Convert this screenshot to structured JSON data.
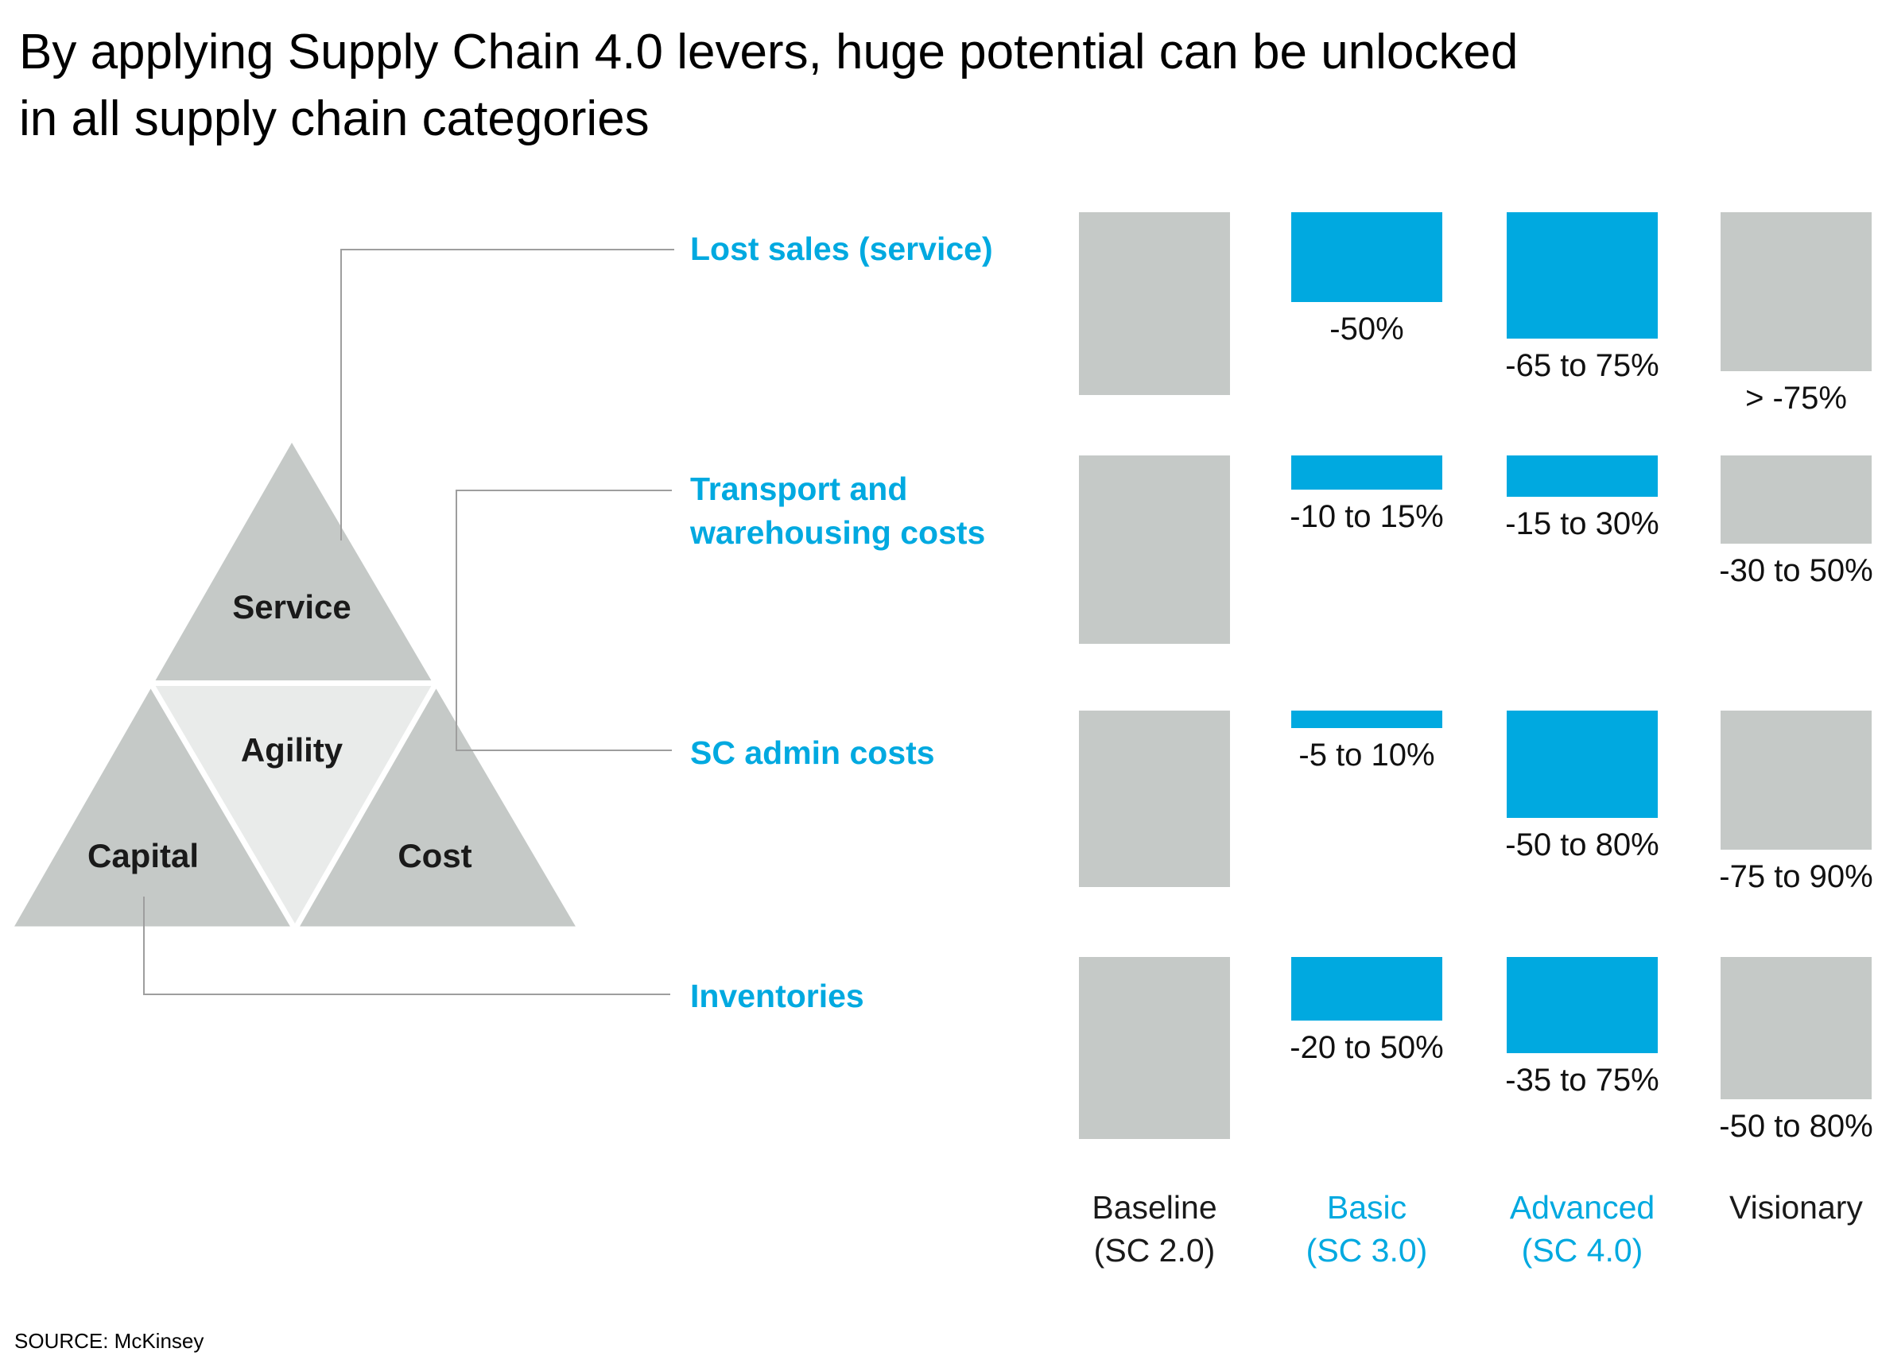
{
  "title": "By applying Supply Chain 4.0 levers, huge potential can be unlocked\nin all supply chain categories",
  "source": "SOURCE: McKinsey",
  "colors": {
    "accent_blue": "#00A9E0",
    "bar_gray": "#C5C9C7",
    "agility_gray": "#E9EBEA",
    "connector_gray": "#9E9E9E"
  },
  "triangle": {
    "service": "Service",
    "agility": "Agility",
    "capital": "Capital",
    "cost": "Cost"
  },
  "chart_data": {
    "type": "bar",
    "layout_hint": "bars hang from a shared top line per row; bar height = magnitude of reduction relative to full baseline bar",
    "columns": [
      {
        "line1": "Baseline",
        "line2": "(SC 2.0)",
        "color": "black"
      },
      {
        "line1": "Basic",
        "line2": "(SC 3.0)",
        "color": "blue"
      },
      {
        "line1": "Advanced",
        "line2": "(SC 4.0)",
        "color": "blue"
      },
      {
        "line1": "Visionary",
        "line2": "",
        "color": "black"
      }
    ],
    "rows": [
      {
        "category": "Lost sales (service)",
        "bars": [
          {
            "label": "",
            "fraction": 1.0,
            "color": "gray"
          },
          {
            "label": "-50%",
            "fraction": 0.49,
            "color": "blue"
          },
          {
            "label": "-65 to 75%",
            "fraction": 0.69,
            "color": "blue"
          },
          {
            "label": "> -75%",
            "fraction": 0.87,
            "color": "gray"
          }
        ]
      },
      {
        "category": "Transport and warehousing costs",
        "bars": [
          {
            "label": "",
            "fraction": 1.0,
            "color": "gray"
          },
          {
            "label": "-10 to 15%",
            "fraction": 0.18,
            "color": "blue"
          },
          {
            "label": "-15 to 30%",
            "fraction": 0.22,
            "color": "blue"
          },
          {
            "label": "-30 to 50%",
            "fraction": 0.47,
            "color": "gray"
          }
        ]
      },
      {
        "category": "SC admin costs",
        "bars": [
          {
            "label": "",
            "fraction": 1.0,
            "color": "gray"
          },
          {
            "label": "-5 to 10%",
            "fraction": 0.1,
            "color": "blue"
          },
          {
            "label": "-50 to 80%",
            "fraction": 0.61,
            "color": "blue"
          },
          {
            "label": "-75 to 90%",
            "fraction": 0.79,
            "color": "gray"
          }
        ]
      },
      {
        "category": "Inventories",
        "bars": [
          {
            "label": "",
            "fraction": 1.0,
            "color": "gray"
          },
          {
            "label": "-20 to 50%",
            "fraction": 0.35,
            "color": "blue"
          },
          {
            "label": "-35 to 75%",
            "fraction": 0.53,
            "color": "blue"
          },
          {
            "label": "-50 to 80%",
            "fraction": 0.78,
            "color": "gray"
          }
        ]
      }
    ]
  }
}
